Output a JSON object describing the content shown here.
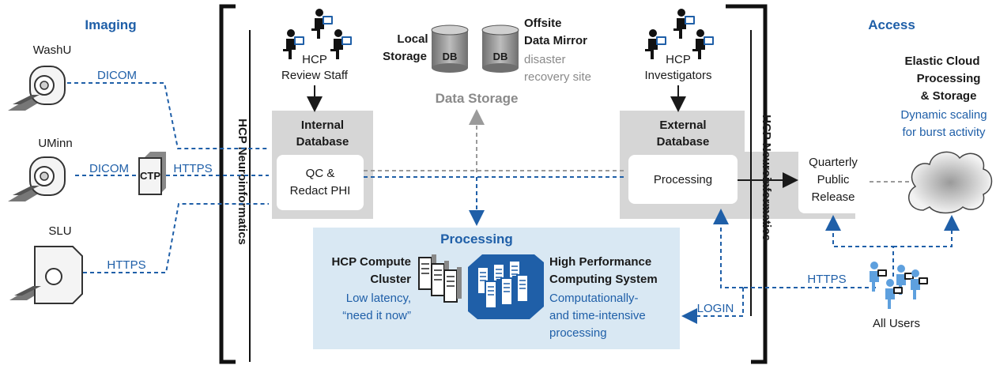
{
  "colors": {
    "accent_blue": "#1f5fa8",
    "panel_grey": "#d6d6d6",
    "processing_bg": "#d9e8f3",
    "text_grey": "#8a8a8a"
  },
  "imaging": {
    "title": "Imaging",
    "sites": [
      {
        "name": "WashU",
        "protocol": "DICOM"
      },
      {
        "name": "UMinn",
        "protocol": "DICOM"
      },
      {
        "name": "SLU",
        "protocol": "HTTPS"
      }
    ],
    "ctp_label": "CTP",
    "ctp_protocol": "HTTPS"
  },
  "neuroinformatics_label": "HCP Neuroinformatics",
  "review_staff": {
    "line1": "HCP",
    "line2": "Review Staff"
  },
  "investigators": {
    "line1": "HCP",
    "line2": "Investigators"
  },
  "internal_db": {
    "title_line1": "Internal",
    "title_line2": "Database",
    "box_line1": "QC &",
    "box_line2": "Redact PHI"
  },
  "external_db": {
    "title_line1": "External",
    "title_line2": "Database",
    "box": "Processing"
  },
  "storage": {
    "local_line1": "Local",
    "local_line2": "Storage",
    "db_label": "DB",
    "offsite_line1": "Offsite",
    "offsite_line2": "Data Mirror",
    "offsite_sub1": "disaster",
    "offsite_sub2": "recovery site",
    "title": "Data Storage"
  },
  "processing": {
    "title": "Processing",
    "cluster_line1": "HCP Compute",
    "cluster_line2": "Cluster",
    "cluster_sub1": "Low latency,",
    "cluster_sub2": "“need it now”",
    "hpc_line1": "High Performance",
    "hpc_line2": "Computing System",
    "hpc_sub1": "Computationally-",
    "hpc_sub2": "and time-intensive",
    "hpc_sub3": "processing"
  },
  "login_label": "LOGIN",
  "release": {
    "line1": "Quarterly",
    "line2": "Public",
    "line3": "Release"
  },
  "access": {
    "title": "Access",
    "cloud_line1": "Elastic Cloud",
    "cloud_line2": "Processing",
    "cloud_line3": "& Storage",
    "cloud_sub1": "Dynamic scaling",
    "cloud_sub2": "for burst activity",
    "https_label": "HTTPS",
    "users_label": "All Users"
  }
}
